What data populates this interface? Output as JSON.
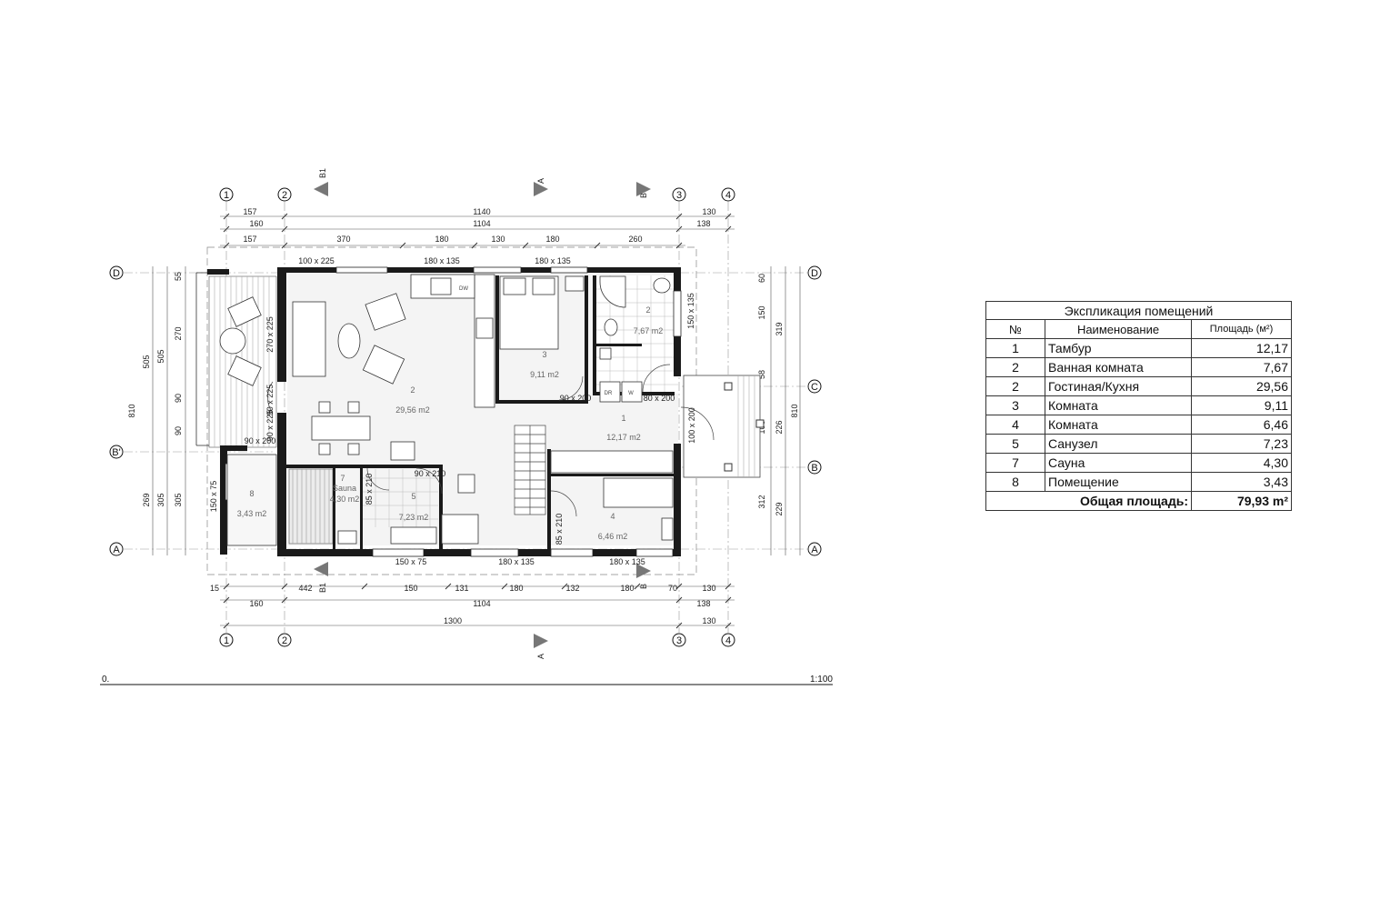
{
  "plan": {
    "scale": "1:100",
    "level": "0.",
    "axes_vertical": [
      "1",
      "2",
      "3",
      "4"
    ],
    "axes_horizontal": [
      "D",
      "C",
      "B'",
      "B",
      "A"
    ],
    "sections": [
      "B1",
      "A",
      "B",
      "B1",
      "B",
      "A"
    ],
    "dims_top": {
      "row1": [
        "157",
        "1140",
        "130"
      ],
      "row2": [
        "160",
        "1104",
        "138"
      ],
      "row3": [
        "157",
        "370",
        "180",
        "130",
        "180",
        "260"
      ]
    },
    "dims_bottom": {
      "row1": [
        "15",
        "442",
        "150",
        "131",
        "180",
        "132",
        "180",
        "70",
        "130"
      ],
      "row2": [
        "160",
        "1104",
        "138"
      ],
      "row3": [
        "1300",
        "130"
      ]
    },
    "dims_left": [
      "55",
      "270",
      "90",
      "90",
      "505",
      "505",
      "810",
      "269",
      "305",
      "305"
    ],
    "dims_right": [
      "60",
      "150",
      "319",
      "58",
      "106",
      "226",
      "810",
      "312",
      "229"
    ],
    "openings": [
      "100 x 225",
      "180 x 135",
      "180 x 135",
      "150 x 135",
      "270 x 225",
      "90 x 225",
      "90 x 225",
      "90 x 200",
      "90 x 200",
      "80 x 200",
      "100 x 200",
      "150 x 75",
      "85 x 210",
      "90 x 210",
      "85 x 210",
      "150 x 75",
      "180 x 135",
      "180 x 135"
    ],
    "fixtures": [
      "DW",
      "DR",
      "W"
    ],
    "rooms": [
      {
        "no": "1",
        "area": "12,17 m2"
      },
      {
        "no": "2",
        "area": "29,56 m2"
      },
      {
        "no": "2",
        "area": "7,67 m2"
      },
      {
        "no": "3",
        "area": "9,11 m2"
      },
      {
        "no": "4",
        "area": "6,46 m2"
      },
      {
        "no": "5",
        "area": "7,23 m2"
      },
      {
        "no": "7",
        "name": "Sauna",
        "area": "4,30 m2"
      },
      {
        "no": "8",
        "area": "3,43 m2"
      }
    ]
  },
  "explication": {
    "title": "Экспликация помещений",
    "headers": {
      "no": "№",
      "name": "Наименование",
      "area": "Площадь (м²)"
    },
    "rows": [
      {
        "no": "1",
        "name": "Тамбур",
        "area": "12,17"
      },
      {
        "no": "2",
        "name": "Ванная комната",
        "area": "7,67"
      },
      {
        "no": "2",
        "name": "Гостиная/Кухня",
        "area": "29,56"
      },
      {
        "no": "3",
        "name": "Комната",
        "area": "9,11"
      },
      {
        "no": "4",
        "name": "Комната",
        "area": "6,46"
      },
      {
        "no": "5",
        "name": "Санузел",
        "area": "7,23"
      },
      {
        "no": "7",
        "name": "Сауна",
        "area": "4,30"
      },
      {
        "no": "8",
        "name": "Помещение",
        "area": "3,43"
      }
    ],
    "total_label": "Общая площадь:",
    "total_value": "79,93 m²"
  }
}
